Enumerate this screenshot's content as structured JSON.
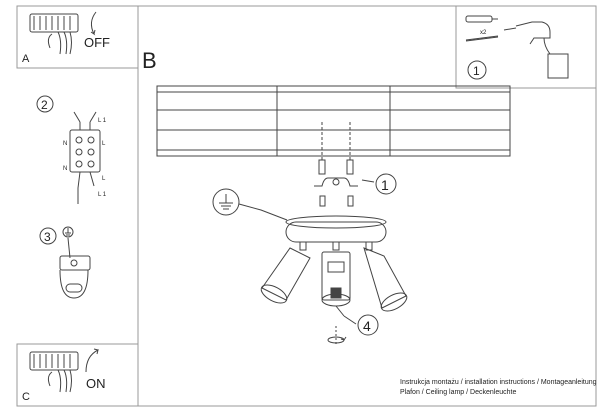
{
  "panel_a": {
    "letter": "A",
    "label": "OFF"
  },
  "panel_b": {
    "letter": "B"
  },
  "panel_c": {
    "letter": "C",
    "label": "ON"
  },
  "tools": {
    "step": "1",
    "quantity": "x2"
  },
  "wiring": {
    "step": "2",
    "terminals": {
      "l1_top": "L 1",
      "l1_bottom": "L 1",
      "n_left": "N",
      "n_right": "N",
      "l_left": "L",
      "l_right": "L"
    }
  },
  "ground": {
    "step": "3"
  },
  "mount_step": "1",
  "adjust_step": "4",
  "caption": {
    "line1": "Instrukcja montażu / installation instructions / Montageanleitung",
    "line2": "Plafon / Ceiling lamp / Deckenleuchte"
  }
}
